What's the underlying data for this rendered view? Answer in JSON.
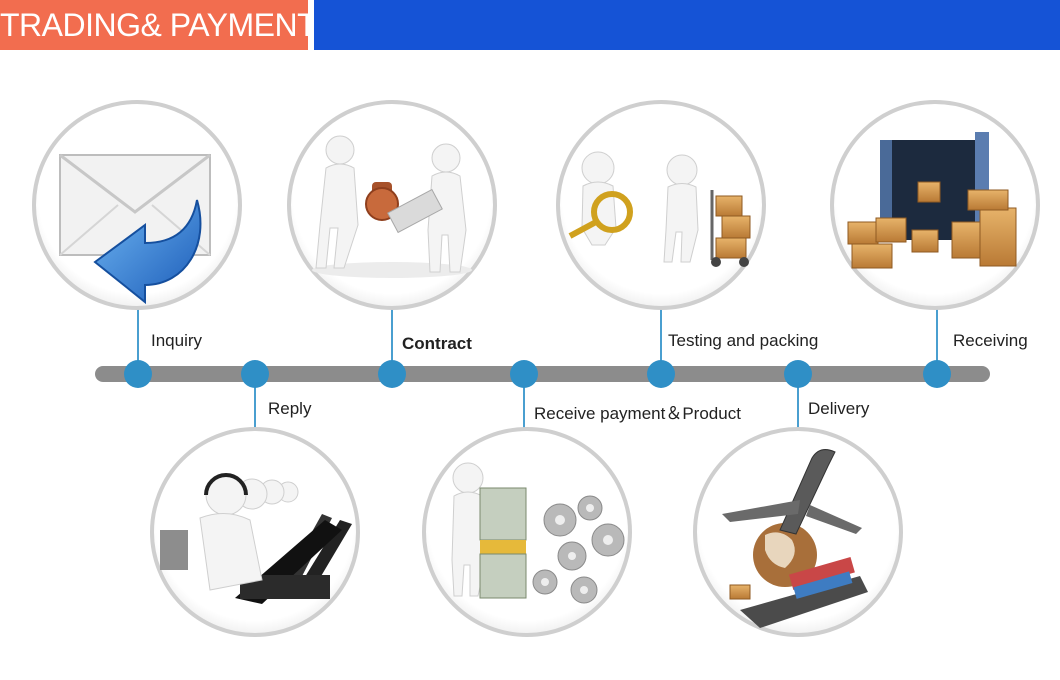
{
  "header": {
    "title": "TRADING& PAYMENT",
    "accent_color": "#f26d4f",
    "bar_color": "#1553d6"
  },
  "timeline": {
    "line_color": "#8c8c8c",
    "node_color": "#2f8fc6",
    "steps": [
      {
        "label": "Inquiry",
        "illustration": "envelope-reply-icon"
      },
      {
        "label": "Reply",
        "illustration": "call-center-icon"
      },
      {
        "label": "Contract",
        "illustration": "contract-stamp-icon"
      },
      {
        "label": "Receive payment＆Product",
        "illustration": "money-gears-icon"
      },
      {
        "label": "Testing and packing",
        "illustration": "inspection-boxes-icon"
      },
      {
        "label": "Delivery",
        "illustration": "plane-ship-globe-icon"
      },
      {
        "label": "Receiving",
        "illustration": "container-cargo-icon"
      }
    ]
  }
}
